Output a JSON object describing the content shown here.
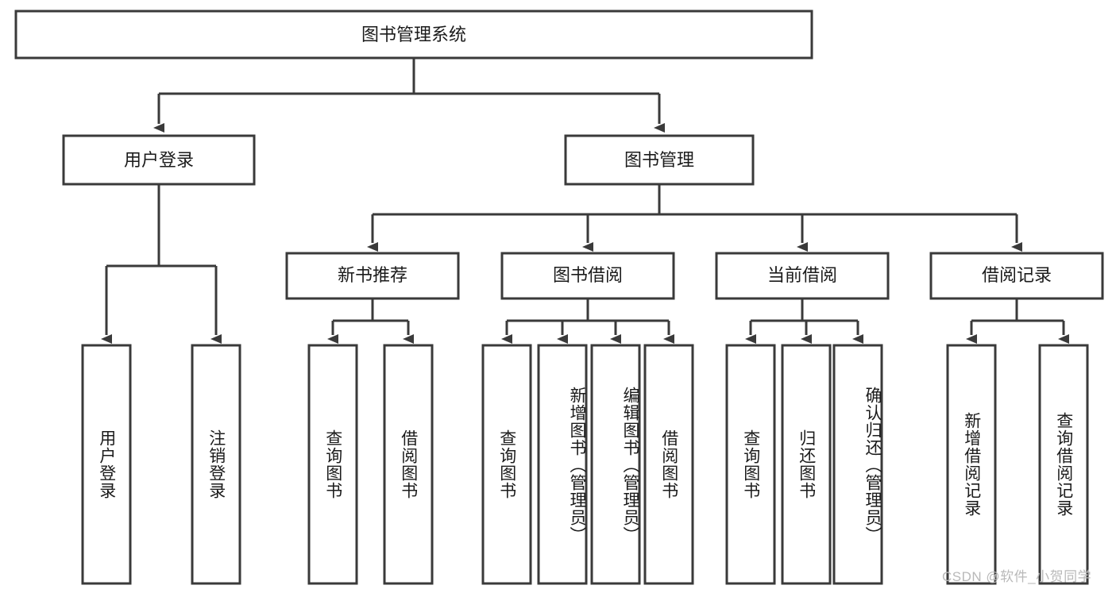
{
  "diagram": {
    "title_node": {
      "label": "图书管理系统"
    },
    "level2": [
      {
        "id": "user-login",
        "label": "用户登录"
      },
      {
        "id": "book-management",
        "label": "图书管理"
      }
    ],
    "level3": [
      {
        "id": "new-book-recommend",
        "label": "新书推荐"
      },
      {
        "id": "book-borrow",
        "label": "图书借阅"
      },
      {
        "id": "current-borrow",
        "label": "当前借阅"
      },
      {
        "id": "borrow-record",
        "label": "借阅记录"
      }
    ],
    "leaves": [
      {
        "id": "leaf-user-login",
        "label": "用户登录",
        "parent": "user-login"
      },
      {
        "id": "leaf-logout-login",
        "label": "注销登录",
        "parent": "user-login"
      },
      {
        "id": "leaf-query-book-1",
        "label": "查询图书",
        "parent": "new-book-recommend"
      },
      {
        "id": "leaf-borrow-book-1",
        "label": "借阅图书",
        "parent": "new-book-recommend"
      },
      {
        "id": "leaf-query-book-2",
        "label": "查询图书",
        "parent": "book-borrow"
      },
      {
        "id": "leaf-add-book",
        "label": "新增图书（管理员）",
        "parent": "book-borrow"
      },
      {
        "id": "leaf-edit-book",
        "label": "编辑图书（管理员）",
        "parent": "book-borrow"
      },
      {
        "id": "leaf-borrow-book-2",
        "label": "借阅图书",
        "parent": "book-borrow"
      },
      {
        "id": "leaf-query-book-3",
        "label": "查询图书",
        "parent": "current-borrow"
      },
      {
        "id": "leaf-return-book",
        "label": "归还图书",
        "parent": "current-borrow"
      },
      {
        "id": "leaf-confirm-return",
        "label": "确认归还（管理员）",
        "parent": "current-borrow"
      },
      {
        "id": "leaf-add-record",
        "label": "新增借阅记录",
        "parent": "borrow-record"
      },
      {
        "id": "leaf-query-record",
        "label": "查询借阅记录",
        "parent": "borrow-record"
      }
    ],
    "colors": {
      "stroke": "#3a3a3a",
      "fill": "#ffffff",
      "text": "#1b1b1b",
      "watermark": "#b9b9b9",
      "background": "#ffffff"
    }
  },
  "watermark": {
    "text": "CSDN @软件_小贺同学"
  }
}
